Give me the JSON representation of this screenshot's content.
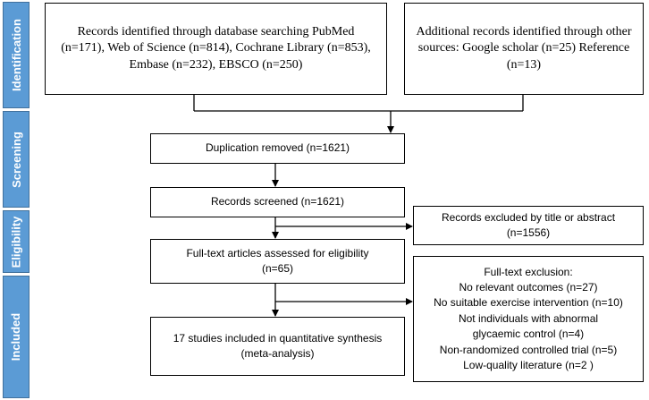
{
  "phases": {
    "identification": "Identification",
    "screening": "Screening",
    "eligibility": "Eligibility",
    "included": "Included"
  },
  "boxes": {
    "database_search": "Records identified through database searching PubMed (n=171), Web of Science (n=814), Cochrane Library (n=853), Embase (n=232),  EBSCO (n=250)",
    "other_sources": "Additional records identified through other sources: Google scholar (n=25) Reference (n=13)",
    "duplicates_removed": "Duplication removed (n=1621)",
    "records_screened": "Records screened (n=1621)",
    "excluded_title_abstract": "Records excluded by title or abstract (n=1556)",
    "fulltext_assessed": "Full-text articles assessed for eligibility (n=65)",
    "fulltext_exclusion": {
      "heading": "Full-text exclusion:",
      "reasons": [
        "No relevant outcomes (n=27)",
        "No suitable exercise intervention (n=10)",
        "Not individuals with abnormal glycaemic control (n=4)",
        "Non-randomized controlled trial (n=5)",
        "Low-quality literature (n=2 )"
      ]
    },
    "included_studies": "17 studies included in quantitative synthesis (meta-analysis)"
  },
  "colors": {
    "phase_fill": "#5b9bd5",
    "phase_text": "#ffffff",
    "line": "#000000"
  }
}
